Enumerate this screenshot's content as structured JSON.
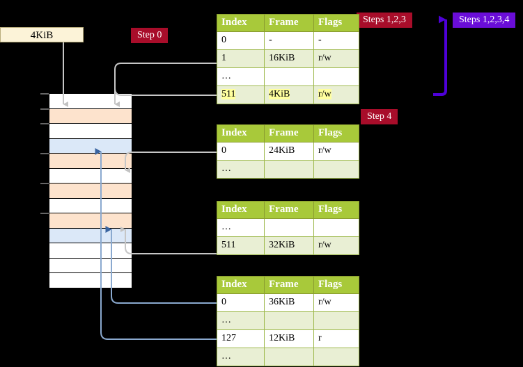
{
  "page_size_box": {
    "label": "4KiB"
  },
  "pills": [
    {
      "key": "step0",
      "label": "Step 0",
      "color": "#a80d2a"
    },
    {
      "key": "step4",
      "label": "Step 4",
      "color": "#a80d2a"
    },
    {
      "key": "steps123",
      "label": "Steps 1,2,3",
      "color": "#a80d2a"
    },
    {
      "key": "steps1234",
      "label": "Steps 1,2,3,4",
      "color": "#6a0dd8"
    }
  ],
  "colors": {
    "header_green": "#a8c93a",
    "row_alt": "#e9efd4",
    "highlight_yellow": "#ffff9e",
    "memory_orange": "#fde3cd",
    "memory_blue": "#dbe8f8",
    "pill_red": "#a80d2a",
    "pill_violet": "#6a0dd8",
    "wire_gray": "#c6c6c6",
    "wire_blue": "#8aa9cf",
    "arrow_blue": "#3a64a0",
    "box_cream": "#fcf3d8"
  },
  "table_headers": [
    "Index",
    "Frame",
    "Flags"
  ],
  "tables": [
    {
      "name": "pml4-table",
      "rows": [
        {
          "index": "0",
          "frame": "-",
          "flags": "-",
          "alt": false,
          "highlight": false
        },
        {
          "index": "1",
          "frame": "16KiB",
          "flags": "r/w",
          "alt": true,
          "highlight": false
        },
        {
          "index": "…",
          "frame": "",
          "flags": "",
          "alt": false,
          "highlight": false
        },
        {
          "index": "511",
          "frame": "4KiB",
          "flags": "r/w",
          "alt": true,
          "highlight": true
        }
      ]
    },
    {
      "name": "pdpt-table",
      "rows": [
        {
          "index": "0",
          "frame": "24KiB",
          "flags": "r/w",
          "alt": false,
          "highlight": false
        },
        {
          "index": "…",
          "frame": "",
          "flags": "",
          "alt": true,
          "highlight": false
        }
      ]
    },
    {
      "name": "pd-table",
      "rows": [
        {
          "index": "…",
          "frame": "",
          "flags": "",
          "alt": false,
          "highlight": false
        },
        {
          "index": "511",
          "frame": "32KiB",
          "flags": "r/w",
          "alt": true,
          "highlight": false
        }
      ]
    },
    {
      "name": "pt-table",
      "rows": [
        {
          "index": "0",
          "frame": "36KiB",
          "flags": "r/w",
          "alt": false,
          "highlight": false
        },
        {
          "index": "…",
          "frame": "",
          "flags": "",
          "alt": true,
          "highlight": false
        },
        {
          "index": "127",
          "frame": "12KiB",
          "flags": "r",
          "alt": false,
          "highlight": false
        },
        {
          "index": "…",
          "frame": "",
          "flags": "",
          "alt": true,
          "highlight": false
        }
      ]
    }
  ],
  "memory_cells": [
    {
      "fill": "white"
    },
    {
      "fill": "orange"
    },
    {
      "fill": "white"
    },
    {
      "fill": "blue"
    },
    {
      "fill": "orange"
    },
    {
      "fill": "white"
    },
    {
      "fill": "orange"
    },
    {
      "fill": "white"
    },
    {
      "fill": "orange"
    },
    {
      "fill": "blue"
    },
    {
      "fill": "white"
    },
    {
      "fill": "white"
    },
    {
      "fill": "white"
    }
  ]
}
